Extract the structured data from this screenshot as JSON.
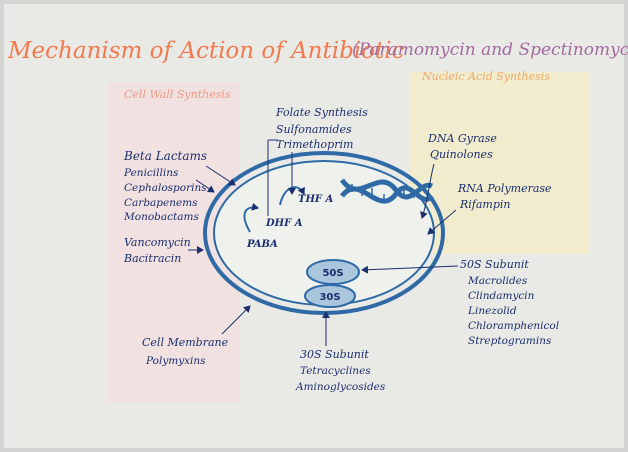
{
  "title": {
    "main": "Mechanism of Action of Antibiotic",
    "sub": "(Paramomycin and Spectinomycin)"
  },
  "sections": {
    "cell_wall": "Cell Wall Synthesis",
    "nucleic_acid": "Nucleic Acid Synthesis"
  },
  "folate": {
    "heading": "Folate Synthesis",
    "drugs": [
      "Sulfonamides",
      "Trimethoprim"
    ],
    "paba": "PABA",
    "dhfa": "DHF A",
    "thfa": "THF A"
  },
  "beta_lactams": {
    "heading": "Beta Lactams",
    "drugs": [
      "Penicillins",
      "Cephalosporins",
      "Carbapenems",
      "Monobactams"
    ]
  },
  "vanco": {
    "drugs": [
      "Vancomycin",
      "Bacitracin"
    ]
  },
  "dna_gyrase": {
    "drugs": [
      "DNA Gyrase",
      "Quinolones"
    ]
  },
  "rna_poly": {
    "drugs": [
      "RNA Polymerase",
      "Rifampin"
    ]
  },
  "ribosome": {
    "large": "50S",
    "small": "30S"
  },
  "s50": {
    "heading": "50S Subunit",
    "drugs": [
      "Macrolides",
      "Clindamycin",
      "Linezolid",
      "Chloramphenicol",
      "Streptogramins"
    ]
  },
  "s30": {
    "heading": "30S Subunit",
    "drugs": [
      "Tetracyclines",
      "Aminoglycosides"
    ]
  },
  "membrane": {
    "heading": "Cell Membrane",
    "drugs": [
      "Polymyxins"
    ]
  },
  "colors": {
    "paper": "#e9e9e6",
    "title_orange": "#f27a4c",
    "title_purple": "#a46aa0",
    "ink": "#1c2f6e",
    "cell_blue": "#2f6aa6",
    "pink_panel": "#f3dede",
    "yellow_panel": "#f1ecc4"
  }
}
